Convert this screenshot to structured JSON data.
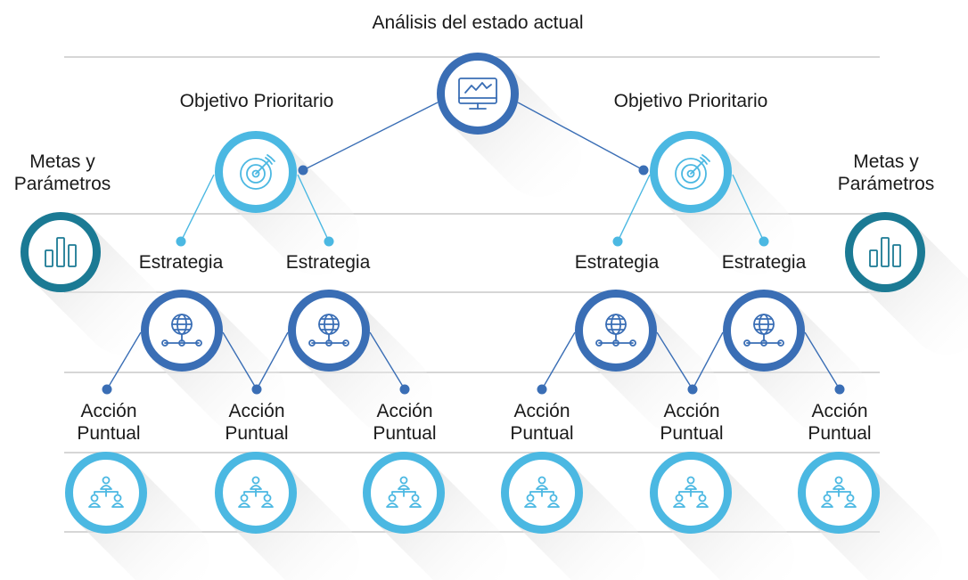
{
  "root": {
    "label": "Análisis del estado actual",
    "icon": "monitor-chart-icon"
  },
  "objectives": [
    {
      "label": "Objetivo Prioritario",
      "icon": "target-icon"
    },
    {
      "label": "Objetivo Prioritario",
      "icon": "target-icon"
    }
  ],
  "metrics": [
    {
      "line1": "Metas y",
      "line2": "Parámetros",
      "icon": "bar-chart-icon"
    },
    {
      "line1": "Metas y",
      "line2": "Parámetros",
      "icon": "bar-chart-icon"
    }
  ],
  "strategies": [
    {
      "label": "Estrategia",
      "icon": "globe-network-icon"
    },
    {
      "label": "Estrategia",
      "icon": "globe-network-icon"
    },
    {
      "label": "Estrategia",
      "icon": "globe-network-icon"
    },
    {
      "label": "Estrategia",
      "icon": "globe-network-icon"
    }
  ],
  "actions": [
    {
      "line1": "Acción",
      "line2": "Puntual",
      "icon": "team-hierarchy-icon"
    },
    {
      "line1": "Acción",
      "line2": "Puntual",
      "icon": "team-hierarchy-icon"
    },
    {
      "line1": "Acción",
      "line2": "Puntual",
      "icon": "team-hierarchy-icon"
    },
    {
      "line1": "Acción",
      "line2": "Puntual",
      "icon": "team-hierarchy-icon"
    },
    {
      "line1": "Acción",
      "line2": "Puntual",
      "icon": "team-hierarchy-icon"
    },
    {
      "line1": "Acción",
      "line2": "Puntual",
      "icon": "team-hierarchy-icon"
    }
  ],
  "colors": {
    "root": "#3a6eb5",
    "objective": "#4bb8e2",
    "metric": "#1b7a94",
    "strategy": "#3a6eb5",
    "action": "#4bb8e2",
    "connector_dark": "#3a6eb5",
    "connector_light": "#4bb8e2",
    "guideline": "#c8c8c8",
    "shadow": "#e3e3e3"
  }
}
